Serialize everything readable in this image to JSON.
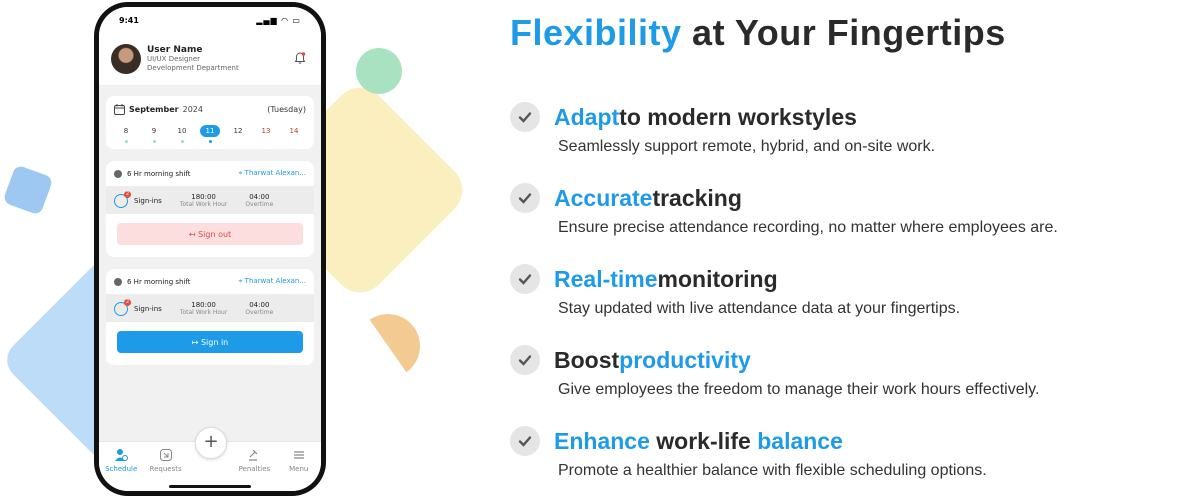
{
  "heading": {
    "accent": "Flexibility",
    "rest": " at Your Fingertips"
  },
  "features": [
    {
      "accent": "Adapt",
      "rest": " to modern workstyles",
      "desc": "Seamlessly support remote, hybrid, and on-site work."
    },
    {
      "accent": "Accurate",
      "rest": " tracking",
      "desc": "Ensure precise attendance recording, no matter where employees are."
    },
    {
      "accent": "Real-time",
      "rest": " monitoring",
      "desc": "Stay updated with live attendance data at your fingertips."
    },
    {
      "pre": "Boost ",
      "accent": "productivity",
      "desc": "Give employees the freedom to manage their work hours effectively."
    },
    {
      "accent": "Enhance",
      "rest": " work-life ",
      "accent2": "balance",
      "desc": "Promote a healthier balance with flexible scheduling options."
    }
  ],
  "phone": {
    "status": {
      "time": "9:41",
      "icons": "▂▄▆ ◠ ▭"
    },
    "user": {
      "name": "User Name",
      "role": "UI/UX Designer",
      "dept": "Development Department"
    },
    "calendar": {
      "month": "September",
      "year": "2024",
      "day": "(Tuesday)",
      "dates": [
        "8",
        "9",
        "10",
        "11",
        "12",
        "13",
        "14"
      ]
    },
    "shifts": [
      {
        "name": "6 Hr morning shift",
        "location": "Tharwat Alexan...",
        "signins_label": "Sign-ins",
        "badge": "2",
        "hours_val": "180:00",
        "hours_lbl": "Total Work Hour",
        "overtime_val": "04:00",
        "overtime_lbl": "Overtime",
        "button": "Sign out"
      },
      {
        "name": "6 Hr morning shift",
        "location": "Tharwat Alexan...",
        "signins_label": "Sign-ins",
        "badge": "2",
        "hours_val": "180:00",
        "hours_lbl": "Total Work Hour",
        "overtime_val": "04:00",
        "overtime_lbl": "Overtime",
        "button": "Sign in"
      }
    ],
    "tabs": {
      "schedule": "Schedule",
      "requests": "Requests",
      "fab": "+",
      "penalties": "Penalties",
      "menu": "Menu"
    }
  },
  "colors": {
    "accent": "#1e9be8",
    "signout_bg": "#fcdede",
    "signout_text": "#d84a4a"
  }
}
